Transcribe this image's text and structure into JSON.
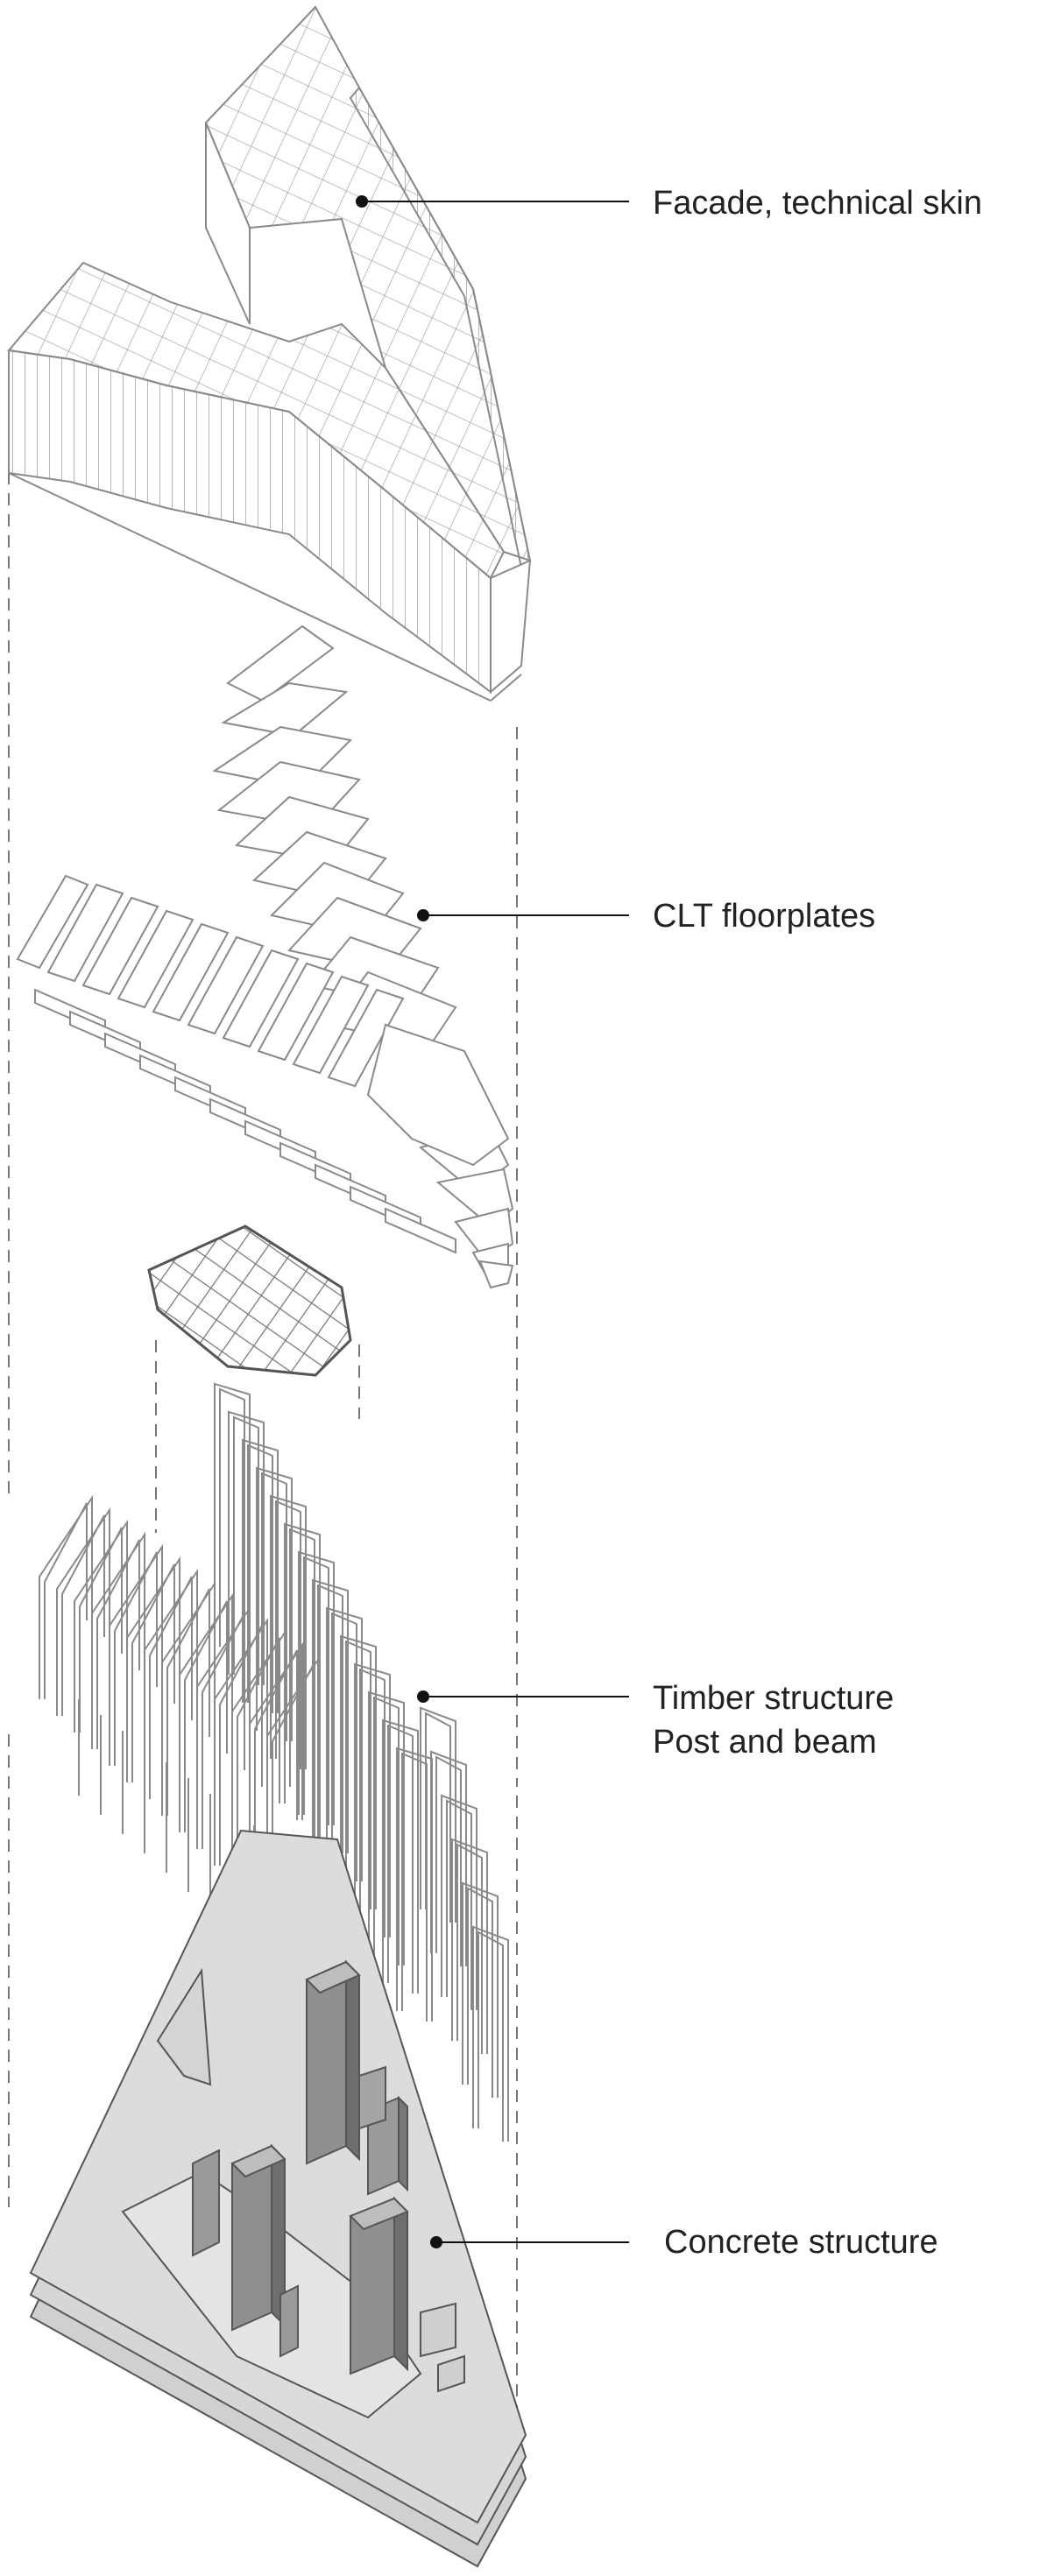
{
  "diagram": {
    "labels": {
      "facade": "Facade, technical skin",
      "clt": "CLT floorplates",
      "timber_line1": "Timber structure",
      "timber_line2": "Post and beam",
      "concrete": "Concrete structure"
    },
    "colors": {
      "background": "#ffffff",
      "linework": "#8a8a8a",
      "leader": "#111111",
      "concrete_slab": "#d9d9d9",
      "concrete_core": "#8c8c8c",
      "concrete_core_dark": "#6f6f6f"
    }
  }
}
